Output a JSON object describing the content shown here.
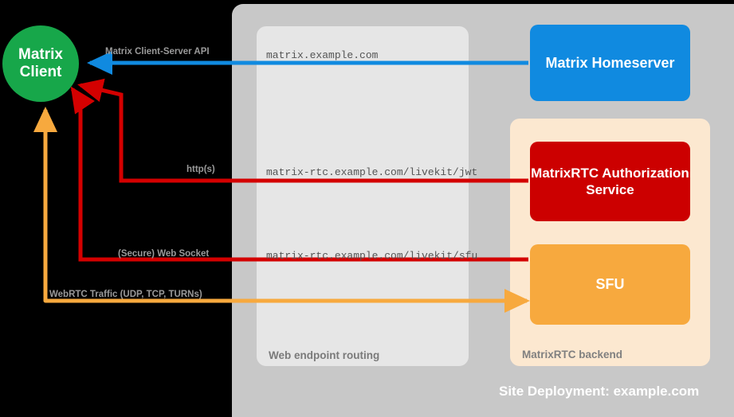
{
  "diagram": {
    "title": "Site Deployment: example.com",
    "background": "#000000"
  },
  "containers": {
    "site_deployment": {
      "label": "Site Deployment: example.com",
      "color": "#c8c8c8"
    },
    "web_endpoint_routing": {
      "label": "Web endpoint routing",
      "color": "#e6e6e6"
    },
    "matrixrtc_backend": {
      "label": "MatrixRTC backend",
      "color": "#fce8d0"
    }
  },
  "nodes": {
    "client": {
      "line1": "Matrix",
      "line2": "Client",
      "color": "#17a74a"
    },
    "homeserver": {
      "label": "Matrix Homeserver",
      "color": "#108ae0"
    },
    "auth_service": {
      "label": "MatrixRTC Authorization Service",
      "color": "#cc0000"
    },
    "sfu": {
      "label": "SFU",
      "color": "#f7a93e"
    }
  },
  "endpoints": [
    {
      "host": "matrix.example.com",
      "flow_color": "#108ae0"
    },
    {
      "host": "matrix-rtc.example.com/livekit/jwt",
      "flow_color": "#d40000"
    },
    {
      "host": "matrix-rtc.example.com/livekit/sfu",
      "flow_color": "#d40000"
    }
  ],
  "flows": [
    {
      "label": "Matrix Client-Server API",
      "color": "#108ae0",
      "direction": "to-client"
    },
    {
      "label": "http(s)",
      "color": "#d40000",
      "direction": "to-client"
    },
    {
      "label": "(Secure) Web Socket",
      "color": "#d40000",
      "direction": "to-client"
    },
    {
      "label": "WebRTC Traffic (UDP, TCP, TURNs)",
      "color": "#f7a93e",
      "direction": "bidirectional"
    }
  ]
}
